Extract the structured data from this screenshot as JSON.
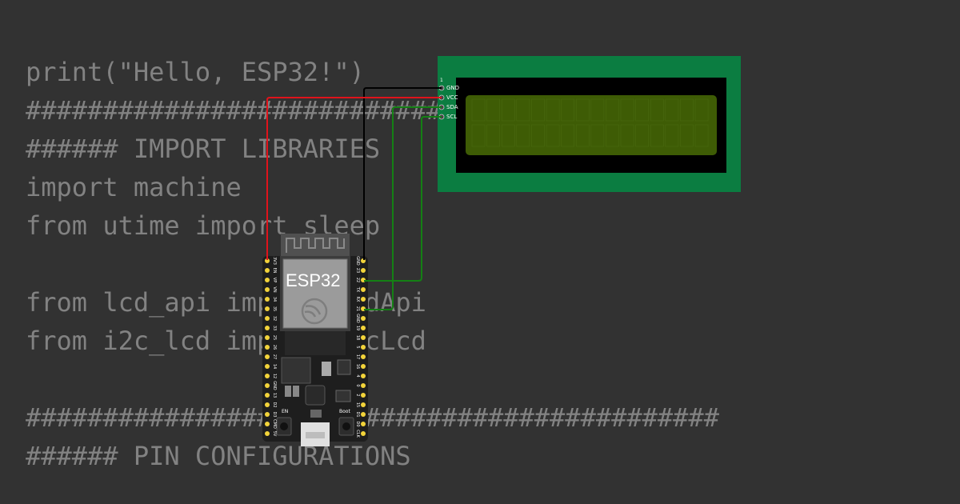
{
  "editor": {
    "lines": [
      "print(\"Hello, ESP32!\")",
      "#############################################",
      "###### IMPORT LIBRARIES",
      "import machine",
      "from utime import sleep",
      "",
      "from lcd_api import LcdApi",
      "from i2c_lcd import I2cLcd",
      "",
      "#############################################",
      "###### PIN CONFIGURATIONS"
    ]
  },
  "lcd": {
    "pin1_label": "1",
    "pins": [
      "GND",
      "VCC",
      "SDA",
      "SCL"
    ],
    "board_color": "#0b7d41",
    "screen_color": "#3e5c05"
  },
  "esp32": {
    "label": "ESP32",
    "boot_label": "Boot",
    "en_label": "EN",
    "left_pins": [
      "3V3",
      "EN",
      "VP",
      "VN",
      "34",
      "35",
      "32",
      "33",
      "25",
      "26",
      "27",
      "14",
      "12",
      "GND",
      "13",
      "D2",
      "D3",
      "CMD",
      "5V"
    ],
    "right_pins": [
      "GND",
      "23",
      "22",
      "TX",
      "RX",
      "21",
      "GND",
      "19",
      "18",
      "5",
      "17",
      "16",
      "4",
      "0",
      "2",
      "15",
      "D1",
      "D0",
      "CLK"
    ]
  },
  "wires": {
    "gnd_color": "#000000",
    "vcc_color": "#e0131b",
    "sda_color": "#148014",
    "scl_color": "#148014"
  }
}
